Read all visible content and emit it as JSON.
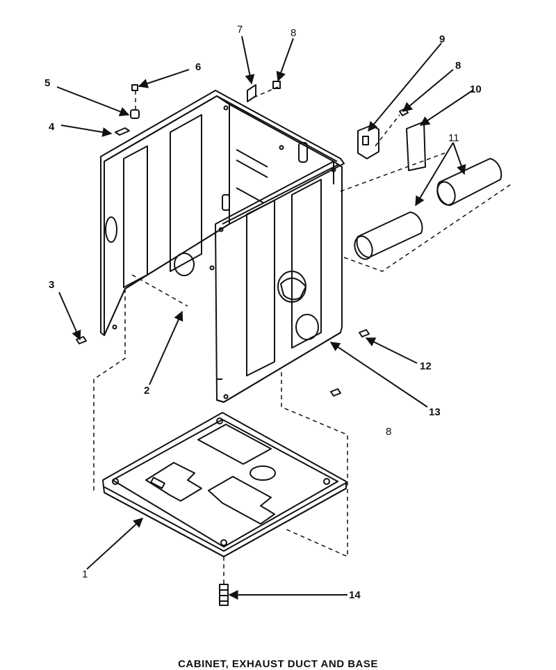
{
  "header": {
    "left": "",
    "right": ""
  },
  "caption": "CABINET, EXHAUST DUCT AND BASE",
  "callouts": [
    {
      "id": "c1",
      "text": "1"
    },
    {
      "id": "c2",
      "text": "2"
    },
    {
      "id": "c3",
      "text": "3"
    },
    {
      "id": "c4",
      "text": "4"
    },
    {
      "id": "c5",
      "text": "5"
    },
    {
      "id": "c6",
      "text": "6"
    },
    {
      "id": "c7",
      "text": "7"
    },
    {
      "id": "c8a",
      "text": "8"
    },
    {
      "id": "c8b",
      "text": "8"
    },
    {
      "id": "c8c",
      "text": "8"
    },
    {
      "id": "c9",
      "text": "9"
    },
    {
      "id": "c10",
      "text": "10"
    },
    {
      "id": "c11",
      "text": "11"
    },
    {
      "id": "c12",
      "text": "12"
    },
    {
      "id": "c13",
      "text": "13"
    },
    {
      "id": "c14",
      "text": "14"
    }
  ],
  "colors": {
    "line": "#111111",
    "background": "#ffffff"
  }
}
